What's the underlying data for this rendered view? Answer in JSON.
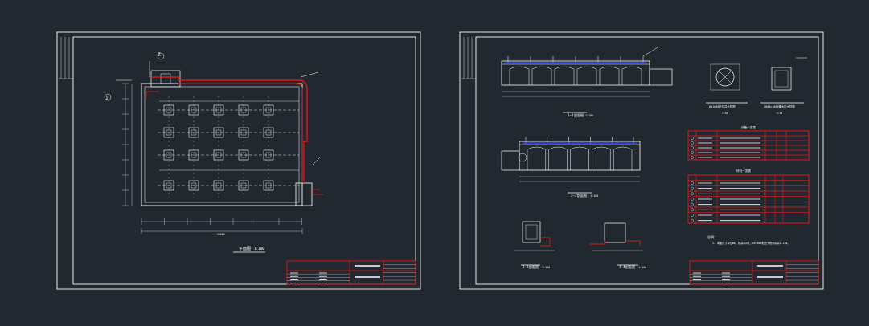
{
  "canvas": {
    "background": "#212830"
  },
  "colors": {
    "line": "#ffffff",
    "red": "#e01818",
    "blue": "#2a46ff",
    "dim": "#b8bcc4"
  },
  "sheet_left": {
    "plan_title": "平面图",
    "plan_scale": "1:100",
    "axis_top": "Z",
    "axis_left": "1",
    "total_dim": "20000"
  },
  "sheet_right": {
    "section1_title": "1—1剖面图",
    "section1_scale": "1:100",
    "section2_title": "2—2剖面图",
    "section2_scale": "1:100",
    "section3_title": "3—3剖面图",
    "section3_scale": "1:100",
    "section4_title": "4—4剖面图",
    "section4_scale": "1:100",
    "detail1_title": "DN1000检查井大样图",
    "detail1_scale": "1:50",
    "detail2_title": "1000×1000集水坑大样图",
    "detail2_scale": "1:50",
    "table1_title": "设备一览表",
    "table2_title": "材料一览表",
    "notes_title": "说明：",
    "notes_text": "1. 本图尺寸单位mm，标高以m计，±0.000相当于绝对标高3.15m。"
  }
}
